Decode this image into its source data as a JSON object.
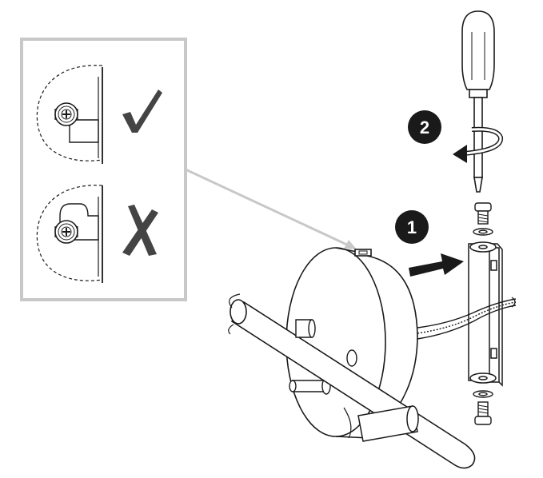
{
  "steps": [
    {
      "number": "1",
      "action": "push-bracket-arrow"
    },
    {
      "number": "2",
      "action": "rotate-screwdriver-arrow"
    }
  ],
  "inset": {
    "panels": [
      {
        "state": "correct",
        "mark_icon": "checkmark-icon"
      },
      {
        "state": "incorrect",
        "mark_icon": "cross-mark-icon"
      }
    ]
  },
  "colors": {
    "line": "#1a1a1a",
    "inset_border": "#c8c8c8",
    "mark": "#444444",
    "badge": "#1a1a1a",
    "badge_text": "#ffffff"
  }
}
